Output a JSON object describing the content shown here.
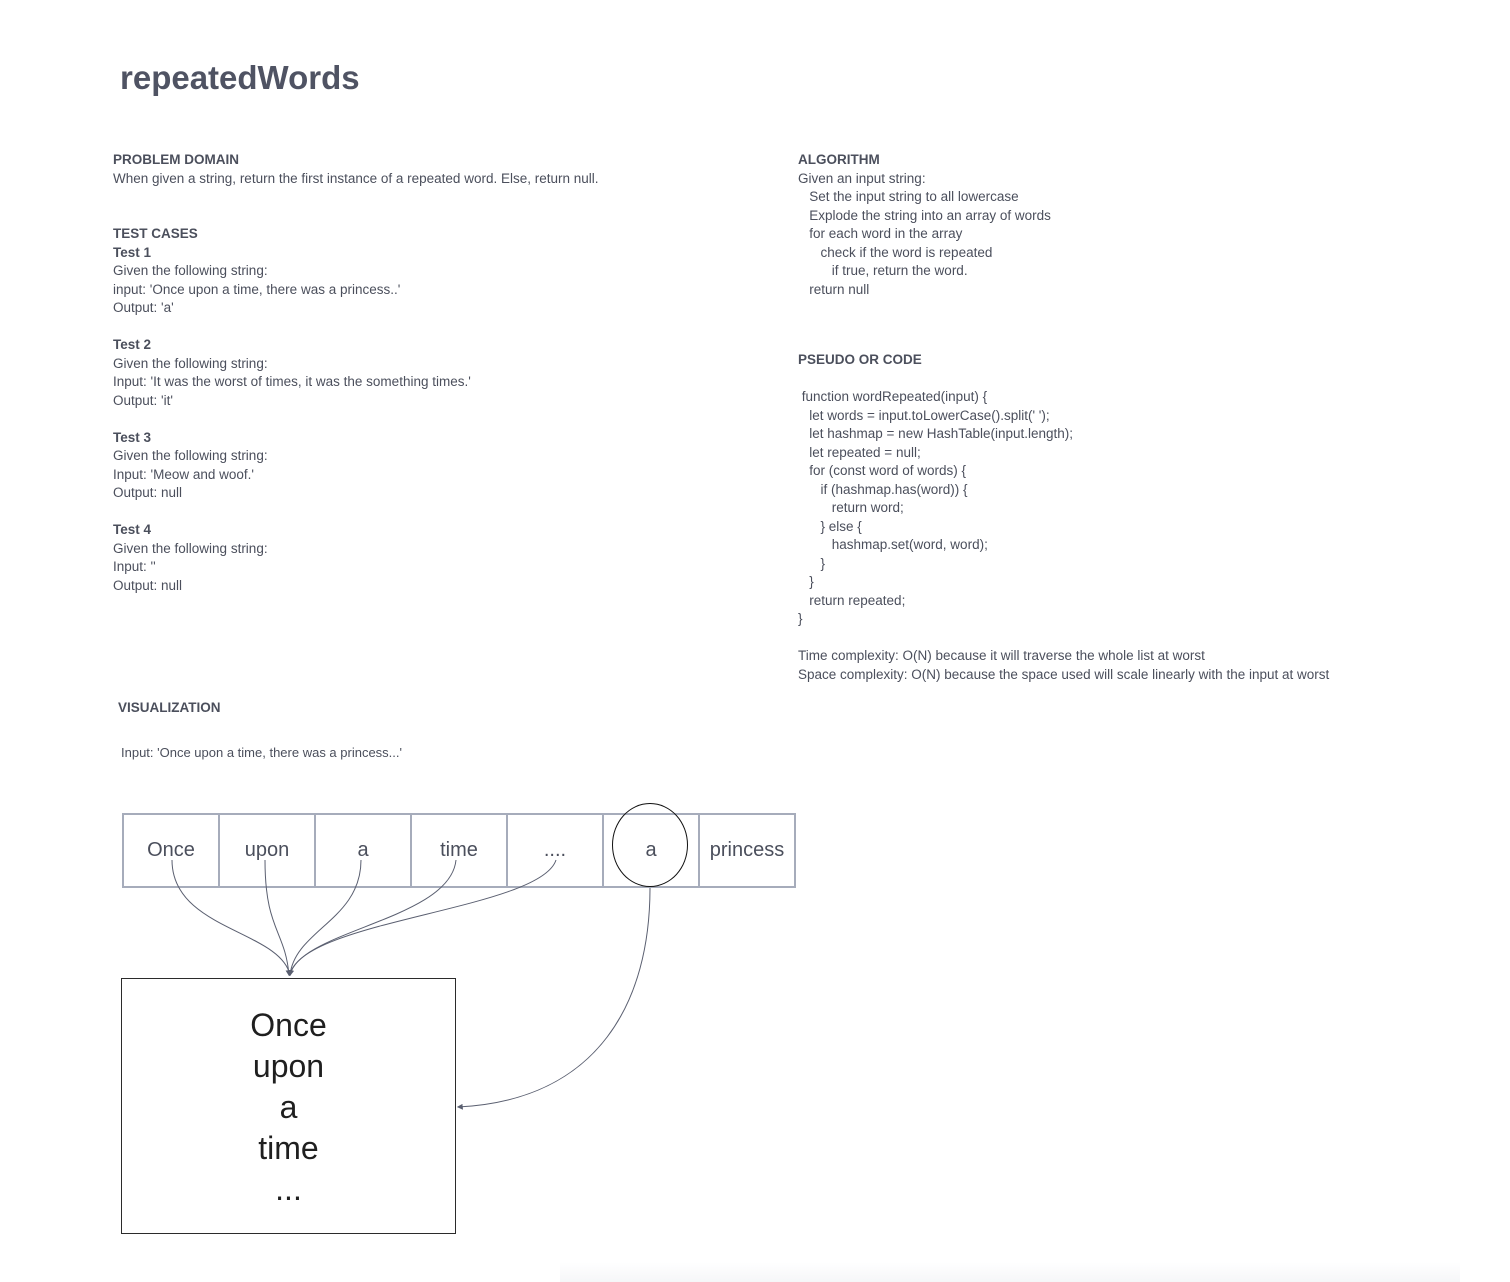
{
  "title": "repeatedWords",
  "problem_domain": {
    "heading": "PROBLEM DOMAIN",
    "text": "When given a string, return the first instance of a repeated word. Else, return null."
  },
  "test_cases": {
    "heading": "TEST CASES",
    "tests": [
      {
        "title": "Test 1",
        "lines": [
          "Given the following string:",
          "input: 'Once upon a time, there was a princess..'",
          "Output: 'a'"
        ]
      },
      {
        "title": "Test 2",
        "lines": [
          "Given the following string:",
          "Input: 'It was the worst of times, it was the something times.'",
          "Output: 'it'"
        ]
      },
      {
        "title": "Test 3",
        "lines": [
          "Given the following string:",
          "Input: 'Meow and woof.'",
          "Output: null"
        ]
      },
      {
        "title": "Test 4",
        "lines": [
          "Given the following string:",
          "Input: ''",
          "Output: null"
        ]
      }
    ]
  },
  "algorithm": {
    "heading": "ALGORITHM",
    "lines": [
      "Given an input string:",
      "   Set the input string to all lowercase",
      "   Explode the string into an array of words",
      "   for each word in the array",
      "      check if the word is repeated",
      "         if true, return the word.",
      "   return null"
    ]
  },
  "pseudo": {
    "heading": "PSEUDO OR CODE",
    "code": [
      " function wordRepeated(input) {",
      "   let words = input.toLowerCase().split(' ');",
      "   let hashmap = new HashTable(input.length);",
      "   let repeated = null;",
      "   for (const word of words) {",
      "      if (hashmap.has(word)) {",
      "         return word;",
      "      } else {",
      "         hashmap.set(word, word);",
      "      }",
      "   }",
      "   return repeated;",
      "}"
    ],
    "complexity": [
      "Time complexity: O(N) because it will traverse the whole list at worst",
      "Space complexity: O(N) because the space used will scale linearly with the input at worst"
    ]
  },
  "visualization": {
    "heading": "VISUALIZATION",
    "input_label": "Input: 'Once upon a time, there was a princess...'",
    "cells": [
      "Once",
      "upon",
      "a",
      "time",
      "....",
      "a",
      "princess"
    ],
    "highlighted_index": 5,
    "hash_words": [
      "Once",
      "upon",
      "a",
      "time",
      "..."
    ]
  },
  "colors": {
    "text": "#4b4f5c",
    "cell_border": "#a6acbb",
    "box_border": "#2b2b2b",
    "arrow": "#5a5f70"
  }
}
